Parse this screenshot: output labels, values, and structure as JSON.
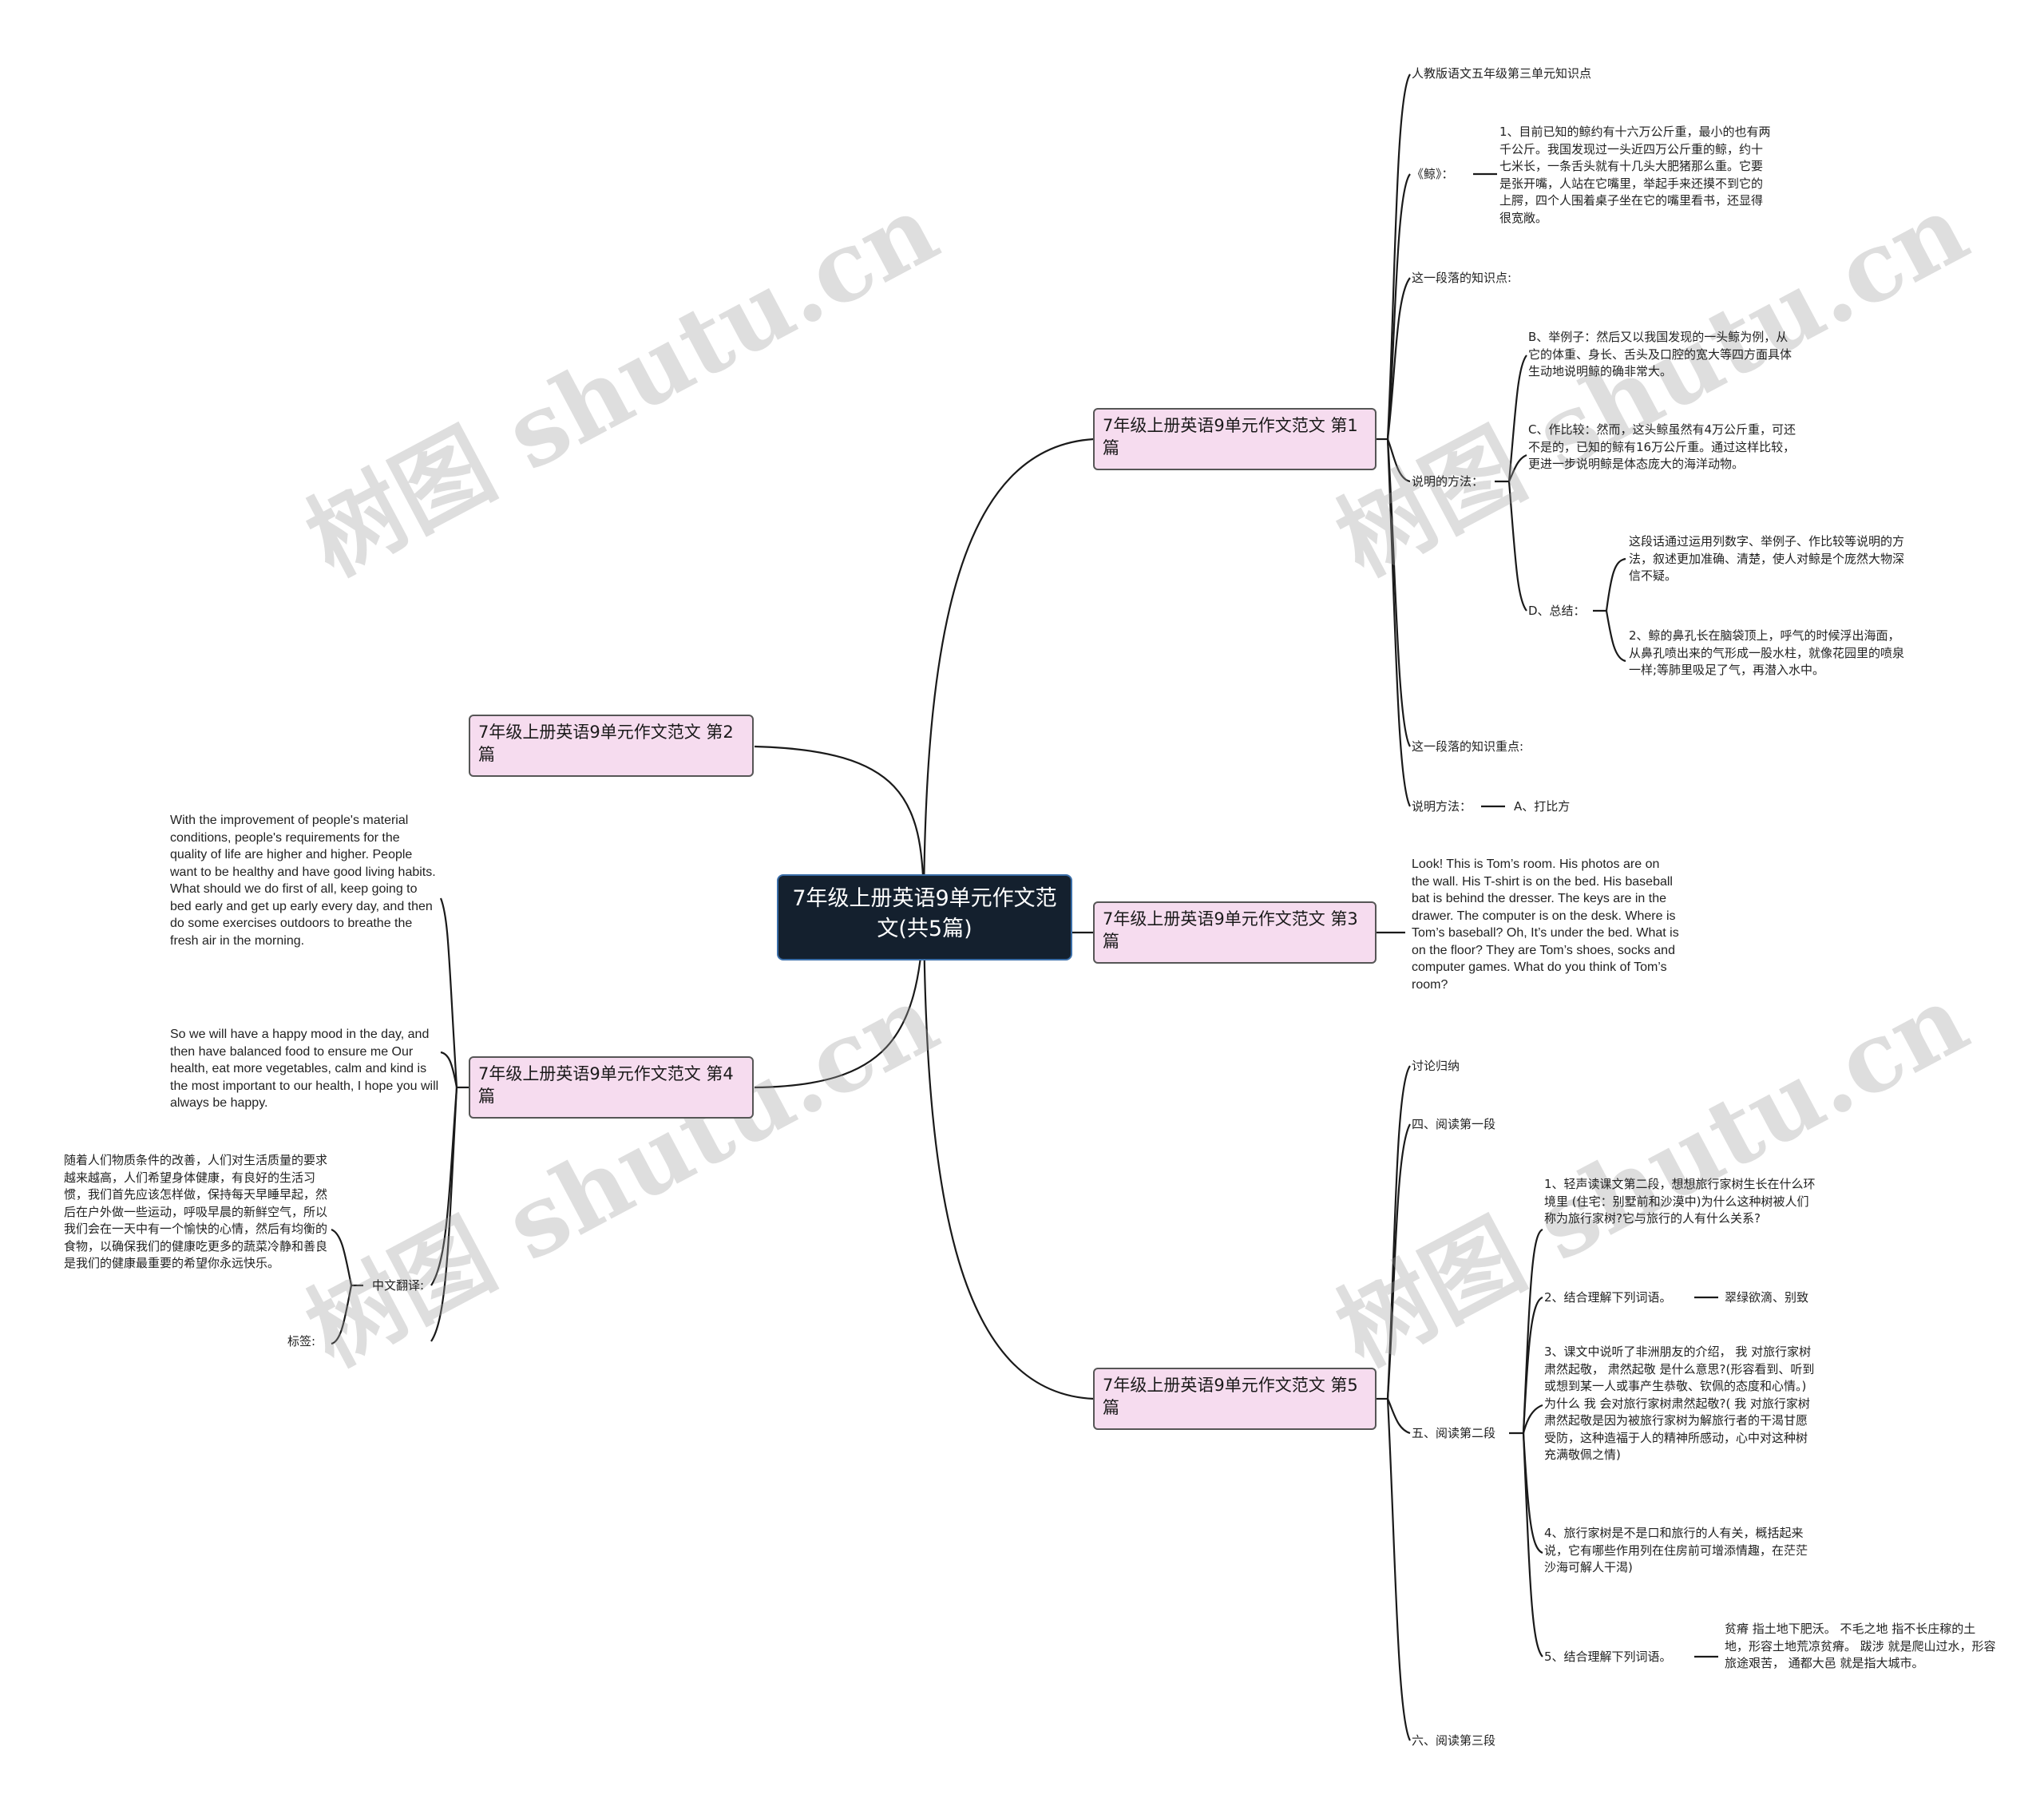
{
  "watermark": "树图 shutu.cn",
  "root": "7年级上册英语9单元作文范文(共5篇)",
  "topics": {
    "t1": "7年级上册英语9单元作文范文 第1篇",
    "t2": "7年级上册英语9单元作文范文 第2篇",
    "t3": "7年级上册英语9单元作文范文 第3篇",
    "t4": "7年级上册英语9单元作文范文 第4篇",
    "t5": "7年级上册英语9单元作文范文 第5篇"
  },
  "t1": {
    "a": "人教版语文五年级第三单元知识点",
    "b": "《鲸》：",
    "b1": "1、目前已知的鲸约有十六万公斤重，最小的也有两千公斤。我国发现过一头近四万公斤重的鲸，约十七米长，一条舌头就有十几头大肥猪那么重。它要是张开嘴，人站在它嘴里，举起手来还摸不到它的上腭，四个人围着桌子坐在它的嘴里看书，还显得很宽敞。",
    "c": "这一段落的知识点:",
    "d": "说明的方法：",
    "d1": "B、举例子：然后又以我国发现的一头鲸为例，从它的体重、身长、舌头及口腔的宽大等四方面具体生动地说明鲸的确非常大。",
    "d2": "C、作比较：然而，这头鲸虽然有4万公斤重，可还不是的，已知的鲸有16万公斤重。通过这样比较，更进一步说明鲸是体态庞大的海洋动物。",
    "d3": "D、总结：",
    "d3a": "这段话通过运用列数字、举例子、作比较等说明的方法，叙述更加准确、清楚，使人对鲸是个庞然大物深信不疑。",
    "d3b": "2、鲸的鼻孔长在脑袋顶上，呼气的时候浮出海面，从鼻孔喷出来的气形成一股水柱，就像花园里的喷泉一样;等肺里吸足了气，再潜入水中。",
    "e": "这一段落的知识重点:",
    "f": "说明方法：",
    "f1": "A、打比方"
  },
  "t3": {
    "a": "Look! This is Tom’s room. His photos are on the wall. His T-shirt is on the bed. His baseball bat is behind the dresser. The keys are in the drawer. The computer is on the desk. Where is Tom’s baseball? Oh, It’s under the bed. What is on the floor? They are Tom’s shoes, socks and computer games. What do you think of Tom’s room?"
  },
  "t4": {
    "a": "With the improvement of people's material conditions, people's requirements for the quality of life are higher and higher. People want to be healthy and have good living habits. What should we do first of all, keep going to bed early and get up early every day, and then do some exercises outdoors to breathe the fresh air in the morning.",
    "b": "So we will have a happy mood in the day, and then have balanced food to ensure me Our health, eat more vegetables, calm and kind is the most important to our health, I hope you will always be happy.",
    "c": "中文翻译:",
    "c1": "随着人们物质条件的改善，人们对生活质量的要求越来越高，人们希望身体健康，有良好的生活习惯，我们首先应该怎样做，保持每天早睡早起，然后在户外做一些运动，呼吸早晨的新鲜空气，所以我们会在一天中有一个愉快的心情，然后有均衡的食物，以确保我们的健康吃更多的蔬菜冷静和善良是我们的健康最重要的希望你永远快乐。",
    "d": "标签:"
  },
  "t5": {
    "a": "讨论归纳",
    "b": "四、阅读第一段",
    "c": "五、阅读第二段",
    "c1": "1、轻声读课文第二段，想想旅行家树生长在什么环境里 (住宅：别墅前和沙漠中)为什么这种树被人们称为旅行家树?它与旅行的人有什么关系?",
    "c2": "2、结合理解下列词语。",
    "c2a": "翠绿欲滴、别致",
    "c3": "3、课文中说听了非洲朋友的介绍， 我 对旅行家树肃然起敬， 肃然起敬 是什么意思?(形容看到、听到或想到某一人或事产生恭敬、钦佩的态度和心情。)为什么 我 会对旅行家树肃然起敬?( 我 对旅行家树肃然起敬是因为被旅行家树为解旅行者的干渴甘愿受防，这种造福于人的精神所感动，心中对这种树充满敬佩之情)",
    "c4": "4、旅行家树是不是口和旅行的人有关，概括起来说，它有哪些作用列在住房前可增添情趣，在茫茫沙海可解人干渴)",
    "c5": "5、结合理解下列词语。",
    "c5a": "贫瘠 指土地下肥沃。 不毛之地 指不长庄稼的土地，形容土地荒凉贫瘠。 跋涉 就是爬山过水，形容旅途艰苦， 通都大邑 就是指大城市。",
    "d": "六、阅读第三段"
  }
}
